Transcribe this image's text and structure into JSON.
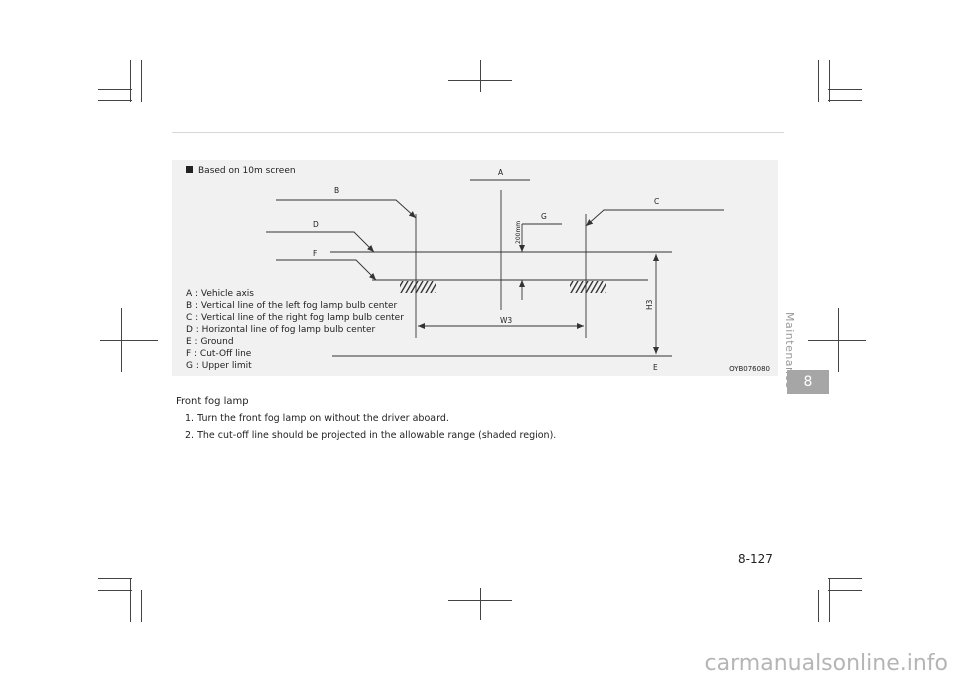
{
  "figure": {
    "title": "Based on 10m screen",
    "labels": {
      "A": "A",
      "B": "B",
      "C": "C",
      "D": "D",
      "E": "E",
      "F": "F",
      "G": "G",
      "W3": "W3",
      "H3": "H3",
      "dim": "200mm"
    },
    "legend": [
      "A : Vehicle axis",
      "B : Vertical line of the left fog lamp bulb center",
      "C : Vertical line of the right fog lamp bulb center",
      "D : Horizontal line of fog lamp bulb center",
      "E : Ground",
      "F : Cut-Off line",
      "G : Upper limit"
    ],
    "figure_id": "OYB076080"
  },
  "section": {
    "title": "Front fog lamp",
    "steps": [
      "1. Turn the front fog lamp on without the driver aboard.",
      "2. The cut-off line should be projected in the allowable range (shaded region)."
    ]
  },
  "chapter": {
    "number": "8",
    "title": "Maintenance"
  },
  "page_number": "8-127",
  "watermark": "carmanualsonline.info"
}
